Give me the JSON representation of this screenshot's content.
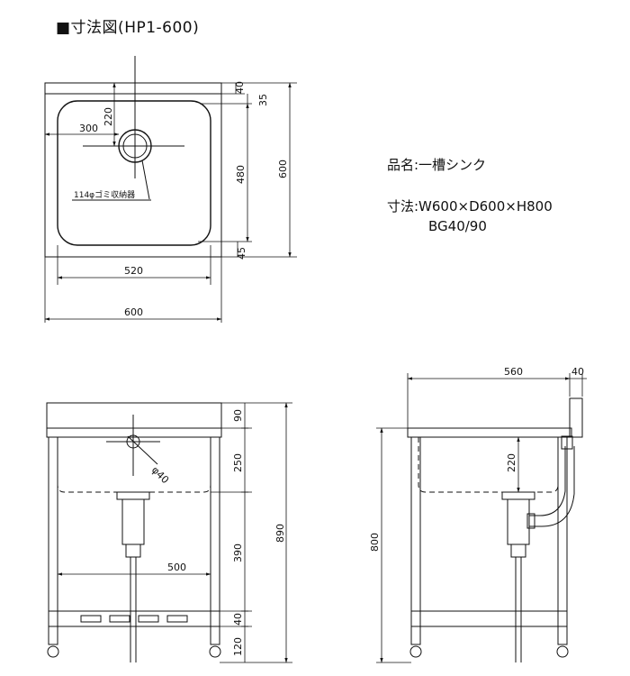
{
  "title": "■寸法図(HP1-600)",
  "specs": {
    "name_line": "品名:一槽シンク",
    "size_line": "寸法:W600×D600×H800",
    "bg_line": "BG40/90"
  },
  "top_view": {
    "dim_300": "300",
    "dim_220": "220",
    "dim_40": "40",
    "dim_35": "35",
    "dim_480": "480",
    "dim_600_v": "600",
    "dim_45": "45",
    "dim_520": "520",
    "dim_600_h": "600",
    "callout": "114φゴミ収納器"
  },
  "front_view": {
    "dim_90": "90",
    "dim_250": "250",
    "dim_390": "390",
    "dim_40": "40",
    "dim_120": "120",
    "dim_890": "890",
    "dim_500": "500",
    "drain_label": "φ40"
  },
  "side_view": {
    "dim_560": "560",
    "dim_40": "40",
    "dim_220": "220",
    "dim_800": "800"
  }
}
